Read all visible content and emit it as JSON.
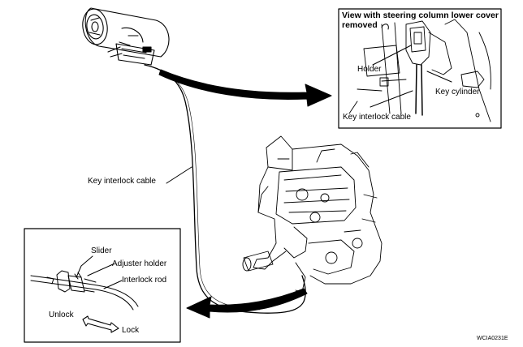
{
  "callout_top": {
    "title_line1": "View with steering column lower cover",
    "title_line2": "removed",
    "holder": "Holder",
    "key_cylinder": "Key cylinder",
    "key_interlock_cable": "Key interlock cable"
  },
  "main": {
    "key_interlock_cable": "Key interlock cable"
  },
  "callout_bottom": {
    "slider": "Slider",
    "adjuster_holder": "Adjuster holder",
    "interlock_rod": "Interlock rod",
    "unlock": "Unlock",
    "lock": "Lock"
  },
  "figure_code": "WCIA0231E"
}
